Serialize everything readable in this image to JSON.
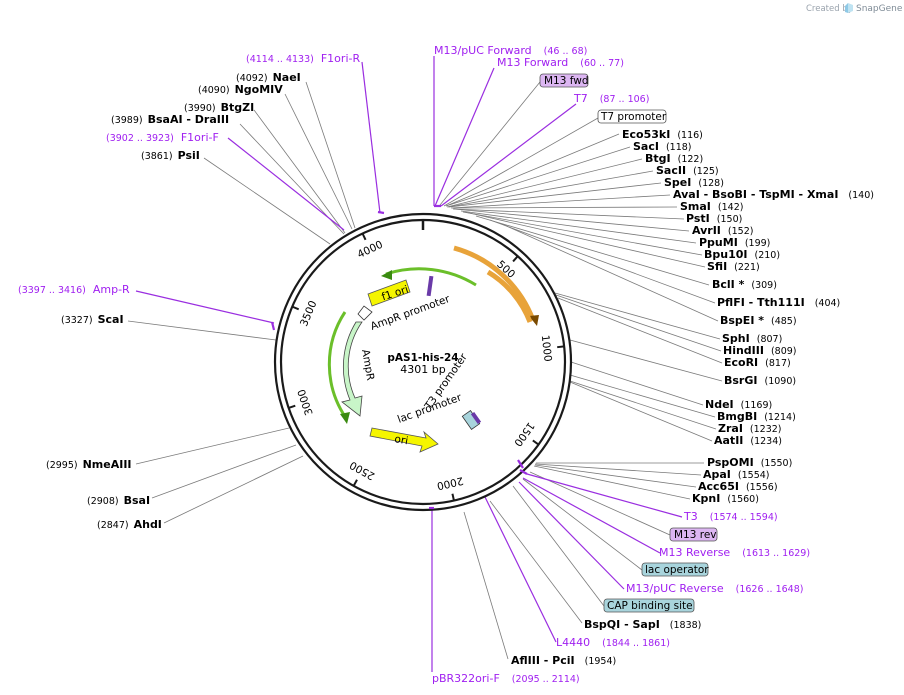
{
  "credit": {
    "prefix": "Created by",
    "brand": "SnapGene"
  },
  "plasmid": {
    "name": "pAS1-his-24",
    "size_label": "4301 bp",
    "length": 4301
  },
  "ticks": [
    "500",
    "1000",
    "1500",
    "2000",
    "2500",
    "3000",
    "3500",
    "4000"
  ],
  "enzymes": [
    {
      "name": "NaeI",
      "pos": "(4092)"
    },
    {
      "name": "NgoMIV",
      "pos": "(4090)"
    },
    {
      "name": "BtgZI",
      "pos": "(3990)"
    },
    {
      "name": "BsaAI - DraIII",
      "pos": "(3989)"
    },
    {
      "name": "PsiI",
      "pos": "(3861)"
    },
    {
      "name": "ScaI",
      "pos": "(3327)"
    },
    {
      "name": "NmeAIII",
      "pos": "(2995)"
    },
    {
      "name": "BsaI",
      "pos": "(2908)"
    },
    {
      "name": "AhdI",
      "pos": "(2847)"
    },
    {
      "name": "Eco53kI",
      "pos": "(116)"
    },
    {
      "name": "SacI",
      "pos": "(118)"
    },
    {
      "name": "BtgI",
      "pos": "(122)"
    },
    {
      "name": "SacII",
      "pos": "(125)"
    },
    {
      "name": "SpeI",
      "pos": "(128)"
    },
    {
      "name": "AvaI - BsoBI - TspMI - XmaI",
      "pos": "(140)"
    },
    {
      "name": "SmaI",
      "pos": "(142)"
    },
    {
      "name": "PstI",
      "pos": "(150)"
    },
    {
      "name": "AvrII",
      "pos": "(152)"
    },
    {
      "name": "PpuMI",
      "pos": "(199)"
    },
    {
      "name": "Bpu10I",
      "pos": "(210)"
    },
    {
      "name": "SfiI",
      "pos": "(221)"
    },
    {
      "name": "BclI *",
      "pos": "(309)"
    },
    {
      "name": "PflFI - Tth111I",
      "pos": "(404)"
    },
    {
      "name": "BspEI *",
      "pos": "(485)"
    },
    {
      "name": "SphI",
      "pos": "(807)"
    },
    {
      "name": "HindIII",
      "pos": "(809)"
    },
    {
      "name": "EcoRI",
      "pos": "(817)"
    },
    {
      "name": "BsrGI",
      "pos": "(1090)"
    },
    {
      "name": "NdeI",
      "pos": "(1169)"
    },
    {
      "name": "BmgBI",
      "pos": "(1214)"
    },
    {
      "name": "ZraI",
      "pos": "(1232)"
    },
    {
      "name": "AatII",
      "pos": "(1234)"
    },
    {
      "name": "PspOMI",
      "pos": "(1550)"
    },
    {
      "name": "ApaI",
      "pos": "(1554)"
    },
    {
      "name": "Acc65I",
      "pos": "(1556)"
    },
    {
      "name": "KpnI",
      "pos": "(1560)"
    },
    {
      "name": "BspQI - SapI",
      "pos": "(1838)"
    },
    {
      "name": "AflIII - PciI",
      "pos": "(1954)"
    }
  ],
  "primers": [
    {
      "name": "F1ori-R",
      "pos": "(4114 .. 4133)"
    },
    {
      "name": "F1ori-F",
      "pos": "(3902 .. 3923)"
    },
    {
      "name": "Amp-R",
      "pos": "(3397 .. 3416)"
    },
    {
      "name": "M13/pUC Forward",
      "pos": "(46 .. 68)"
    },
    {
      "name": "M13 Forward",
      "pos": "(60 .. 77)"
    },
    {
      "name": "T7",
      "pos": "(87 .. 106)"
    },
    {
      "name": "T3",
      "pos": "(1574 .. 1594)"
    },
    {
      "name": "M13 Reverse",
      "pos": "(1613 .. 1629)"
    },
    {
      "name": "M13/pUC Reverse",
      "pos": "(1626 .. 1648)"
    },
    {
      "name": "L4440",
      "pos": "(1844 .. 1861)"
    },
    {
      "name": "pBR322ori-F",
      "pos": "(2095 .. 2114)"
    }
  ],
  "feature_boxes": [
    {
      "label": "M13 fwd",
      "color": "#dcb6f2"
    },
    {
      "label": "T7 promoter",
      "color": "#ffffff"
    },
    {
      "label": "M13 rev",
      "color": "#dcb6f2"
    },
    {
      "label": "lac operator",
      "color": "#a8d4dc"
    },
    {
      "label": "CAP binding site",
      "color": "#a8d4dc"
    }
  ],
  "features": [
    {
      "label": "f1 ori",
      "color": "#f5f500"
    },
    {
      "label": "AmpR promoter",
      "color": "#ffffff"
    },
    {
      "label": "AmpR",
      "color": "#c8f5c8"
    },
    {
      "label": "ori",
      "color": "#f5f500"
    },
    {
      "label": "T3 promoter",
      "color": "#ffffff"
    },
    {
      "label": "lac promoter",
      "color": "#ffffff"
    }
  ],
  "colors": {
    "backbone": "#1a1a1a",
    "orf_orange": "#e8a33a",
    "orf_green": "#6bbf2a",
    "enzyme_line": "#7a7a7a",
    "primer_line": "#9a2ee0"
  }
}
